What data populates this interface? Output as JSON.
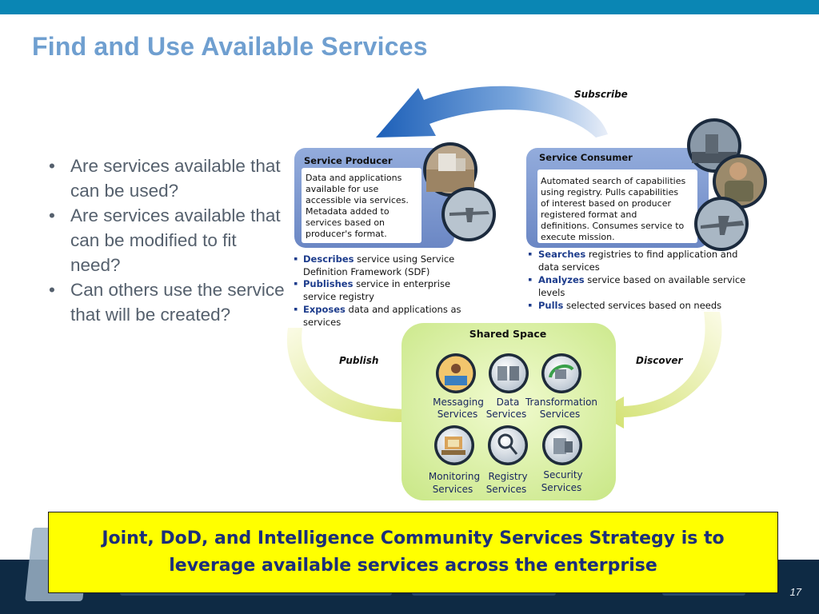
{
  "title": "Find and Use Available Services",
  "bullets": [
    "Are services available that can be used?",
    "Are services available that can be modified to fit need?",
    "Can others use the service that will be created?"
  ],
  "producer": {
    "title": "Service Producer",
    "description": [
      "Data and applications",
      "available for use",
      "accessible via services.",
      "Metadata added to",
      "services based on",
      "producer's format."
    ],
    "actions": [
      {
        "verb": "Describes",
        "lines": [
          " service using Service",
          "Definition Framework (SDF)"
        ]
      },
      {
        "verb": "Publishes",
        "lines": [
          " service in enterprise",
          "service registry"
        ]
      },
      {
        "verb": "Exposes",
        "lines": [
          " data and applications as",
          "services"
        ]
      }
    ]
  },
  "consumer": {
    "title": "Service Consumer",
    "description": [
      "Automated search of capabilities",
      "using registry.  Pulls capabilities",
      "of interest based on producer",
      "registered format and",
      "definitions. Consumes service to",
      "execute mission."
    ],
    "actions": [
      {
        "verb": "Searches",
        "lines": [
          " registries to find application and",
          "data services"
        ]
      },
      {
        "verb": "Analyzes",
        "lines": [
          " service based on available service",
          "levels"
        ]
      },
      {
        "verb": "Pulls",
        "lines": [
          " selected services based on needs"
        ]
      }
    ]
  },
  "flows": {
    "subscribe": "Subscribe",
    "publish": "Publish",
    "discover": "Discover"
  },
  "shared_space": {
    "title": "Shared Space",
    "services": [
      {
        "lines": [
          "Messaging",
          "Services"
        ],
        "icon": "messaging-icon"
      },
      {
        "lines": [
          "Data",
          "Services"
        ],
        "icon": "database-icon"
      },
      {
        "lines": [
          "Transformation",
          "Services"
        ],
        "icon": "transformation-icon"
      },
      {
        "lines": [
          "Monitoring",
          "Services"
        ],
        "icon": "monitoring-icon"
      },
      {
        "lines": [
          "Registry",
          "Services"
        ],
        "icon": "registry-icon"
      },
      {
        "lines": [
          "Security",
          "Services"
        ],
        "icon": "security-icon"
      }
    ]
  },
  "callout": "Joint, DoD, and Intelligence Community Services Strategy is to leverage available services across the enterprise",
  "page_number": "17",
  "colors": {
    "top_bar": "#0a86b4",
    "title": "#6f9fd0",
    "box_blue": "#7f9bd0",
    "shared_green": "#d9f0a3",
    "callout": "#ffff00",
    "callout_text": "#1b2e7a"
  }
}
